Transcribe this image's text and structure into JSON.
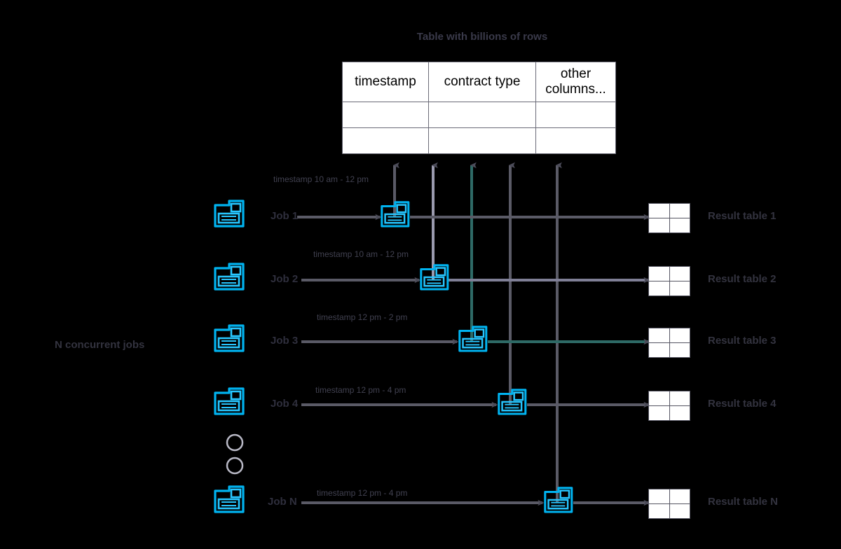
{
  "diagram": {
    "title": "Table with billions of rows",
    "side_label": "N concurrent jobs",
    "ellipsis_icon": "vertical-ellipsis-icon",
    "source_table": {
      "headers": [
        "timestamp",
        "contract type",
        "other columns..."
      ],
      "empty_rows": 2
    },
    "jobs": [
      {
        "name": "Job 1",
        "timestamp": "timestamp 10 am - 12 pm",
        "result": "Result table 1",
        "source_icon": "server-computer-icon",
        "db_icon": "database-computer-icon",
        "result_icon": "result-grid-icon"
      },
      {
        "name": "Job 2",
        "timestamp": "timestamp 10 am - 12 pm",
        "result": "Result table 2",
        "source_icon": "server-computer-icon",
        "db_icon": "database-computer-icon",
        "result_icon": "result-grid-icon"
      },
      {
        "name": "Job 3",
        "timestamp": "timestamp 12 pm - 2 pm",
        "result": "Result table 3",
        "source_icon": "server-computer-icon",
        "db_icon": "database-computer-icon",
        "result_icon": "result-grid-icon"
      },
      {
        "name": "Job 4",
        "timestamp": "timestamp 12 pm - 4 pm",
        "result": "Result table 4",
        "source_icon": "server-computer-icon",
        "db_icon": "database-computer-icon",
        "result_icon": "result-grid-icon"
      },
      {
        "name": "Job N",
        "timestamp": "timestamp 12 pm - 4 pm",
        "result": "Result table N",
        "source_icon": "server-computer-icon",
        "db_icon": "database-computer-icon",
        "result_icon": "result-grid-icon"
      }
    ],
    "colors": {
      "background": "#000000",
      "icon_cyan": "#00b3f0",
      "icon_cyan_light": "#27c6ff",
      "connector": "#5a5a66",
      "table_border": "#6b6b78",
      "table_fill": "#ffffff",
      "text": "#33333f"
    }
  }
}
